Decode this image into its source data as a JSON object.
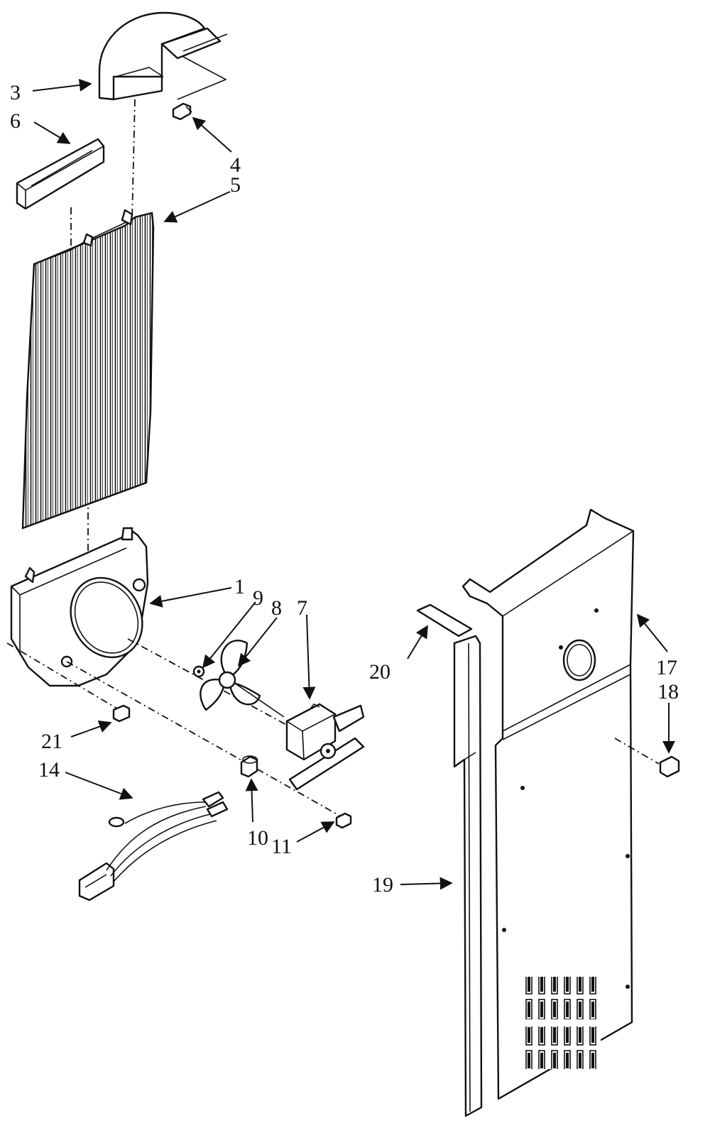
{
  "labels": {
    "l1": "1",
    "l3": "3",
    "l4": "4",
    "l5": "5",
    "l6": "6",
    "l7": "7",
    "l8": "8",
    "l9": "9",
    "l10": "10",
    "l11": "11",
    "l14": "14",
    "l17": "17",
    "l18": "18",
    "l19": "19",
    "l20": "20",
    "l21": "21"
  },
  "icons": {
    "arrow": "arrowhead",
    "screw": "screw-icon",
    "fan-blade": "fan-blade-icon"
  },
  "colors": {
    "ink": "#111111",
    "paper": "#ffffff"
  }
}
